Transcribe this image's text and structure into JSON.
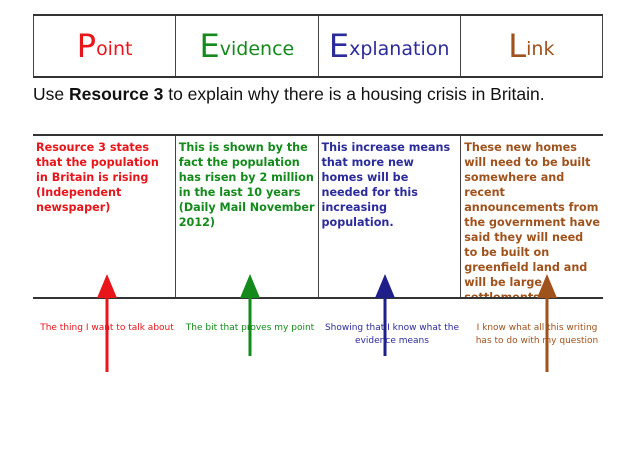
{
  "header": {
    "cells": [
      {
        "initial": "P",
        "rest": "oint",
        "color": "#e8161b"
      },
      {
        "initial": "E",
        "rest": "vidence",
        "color": "#138a1b"
      },
      {
        "initial": "E",
        "rest": "xplanation",
        "color": "#2b2b9b"
      },
      {
        "initial": "L",
        "rest": "ink",
        "color": "#a0521c"
      }
    ]
  },
  "instruction": {
    "prefix": "Use ",
    "resource": "Resource 3",
    "suffix": " to explain why there is a housing crisis in Britain."
  },
  "content": {
    "point": "Resource 3 states that the population in Britain is rising (Independent newspaper)",
    "evidence": "This is shown by the fact the population has risen by 2 million in the last 10 years (Daily Mail November 2012)",
    "explanation": "This increase means that more new homes will be needed for this increasing population.",
    "link": "These new homes will need to be built somewhere and recent announcements from the government have said they will need to be built on greenfield land and will be large settlements"
  },
  "captions": {
    "point": "The thing I want to talk about",
    "evidence": "The bit that proves my point",
    "explanation": "Showing that I know what the evidence means",
    "link": "I know what all this writing has to do with my question"
  },
  "colors": {
    "point": "#e8161b",
    "evidence": "#138a1b",
    "explanation": "#2b2b9b",
    "link": "#a0521c"
  }
}
